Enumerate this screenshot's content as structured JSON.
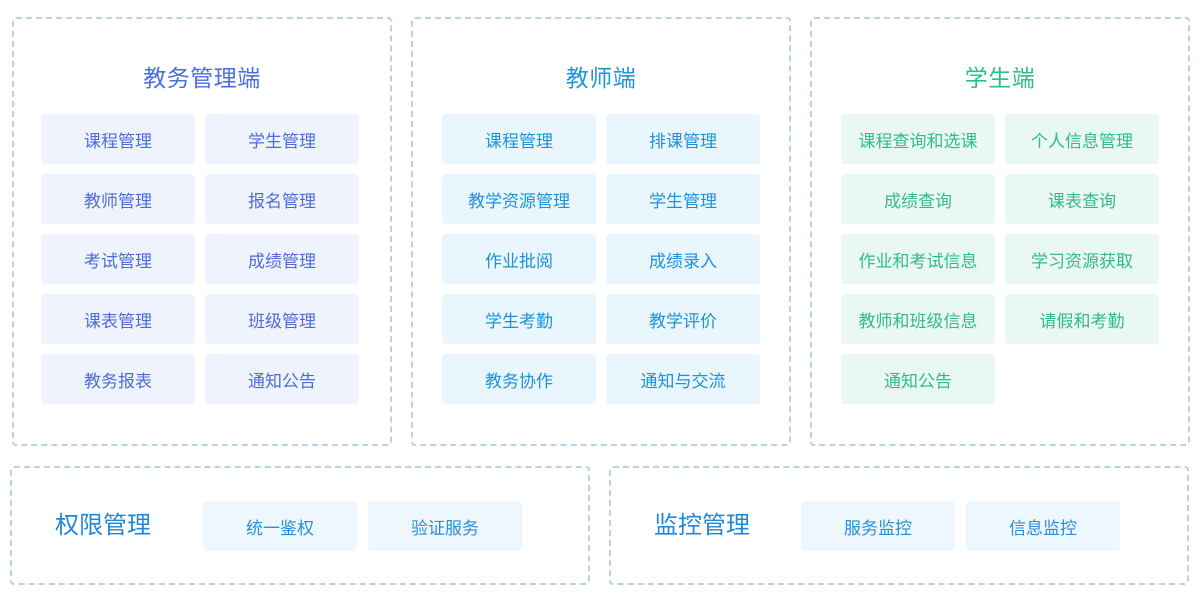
{
  "panels": {
    "admin": {
      "title": "教务管理端",
      "items": [
        "课程管理",
        "学生管理",
        "教师管理",
        "报名管理",
        "考试管理",
        "成绩管理",
        "课表管理",
        "班级管理",
        "教务报表",
        "通知公告"
      ]
    },
    "teacher": {
      "title": "教师端",
      "items": [
        "课程管理",
        "排课管理",
        "教学资源管理",
        "学生管理",
        "作业批阅",
        "成绩录入",
        "学生考勤",
        "教学评价",
        "教务协作",
        "通知与交流"
      ]
    },
    "student": {
      "title": "学生端",
      "items": [
        "课程查询和选课",
        "个人信息管理",
        "成绩查询",
        "课表查询",
        "作业和考试信息",
        "学习资源获取",
        "教师和班级信息",
        "请假和考勤",
        "通知公告"
      ]
    },
    "permission": {
      "title": "权限管理",
      "items": [
        "统一鉴权",
        "验证服务"
      ]
    },
    "monitor": {
      "title": "监控管理",
      "items": [
        "服务监控",
        "信息监控"
      ]
    }
  },
  "colors": {
    "border": "#b9d2ec",
    "admin_text": "#4d6cd8",
    "admin_bg": "#eff3fd",
    "teacher_text": "#1e92d8",
    "teacher_bg": "#e9f6fd",
    "student_text": "#32bb8a",
    "student_bg": "#e9f8f1",
    "infra_text": "#2a8fd6",
    "infra_bg": "#edf7fd"
  }
}
